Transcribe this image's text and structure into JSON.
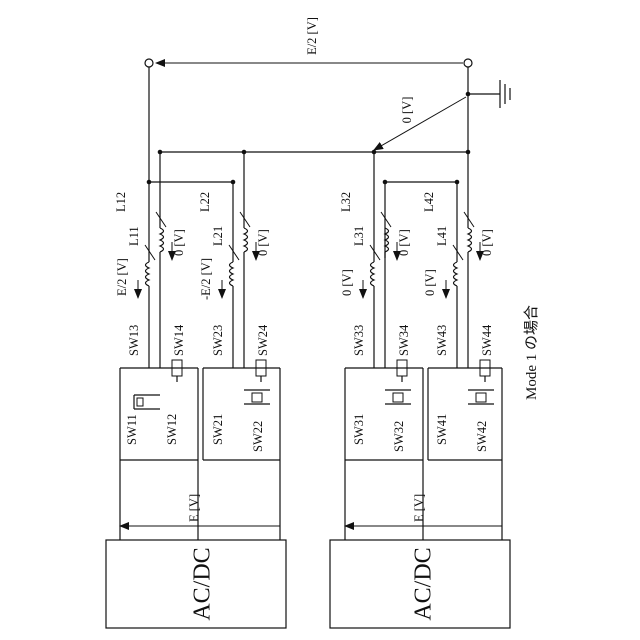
{
  "diagram": {
    "caption": "Mode 1 の場合",
    "top_voltage": "E/2 [V]",
    "ground_voltage": "0 [V]",
    "converters": [
      {
        "label": "AC/DC",
        "voltage": "E [V]"
      },
      {
        "label": "AC/DC",
        "voltage": "E [V]"
      }
    ],
    "coils": [
      {
        "primary": "L12",
        "secondary": "L11",
        "primary_v": "0 [V]",
        "secondary_v": "E/2 [V]"
      },
      {
        "primary": "L22",
        "secondary": "L21",
        "primary_v": "0 [V]",
        "secondary_v": "-E/2 [V]"
      },
      {
        "primary": "L32",
        "secondary": "L31",
        "primary_v": "0 [V]",
        "secondary_v": "0 [V]"
      },
      {
        "primary": "L42",
        "secondary": "L41",
        "primary_v": "0 [V]",
        "secondary_v": "0 [V]"
      }
    ],
    "switches": {
      "sw11": "SW11",
      "sw12": "SW12",
      "sw13": "SW13",
      "sw14": "SW14",
      "sw21": "SW21",
      "sw22": "SW22",
      "sw23": "SW23",
      "sw24": "SW24",
      "sw31": "SW31",
      "sw32": "SW32",
      "sw33": "SW33",
      "sw34": "SW34",
      "sw41": "SW41",
      "sw42": "SW42",
      "sw43": "SW43",
      "sw44": "SW44"
    }
  }
}
